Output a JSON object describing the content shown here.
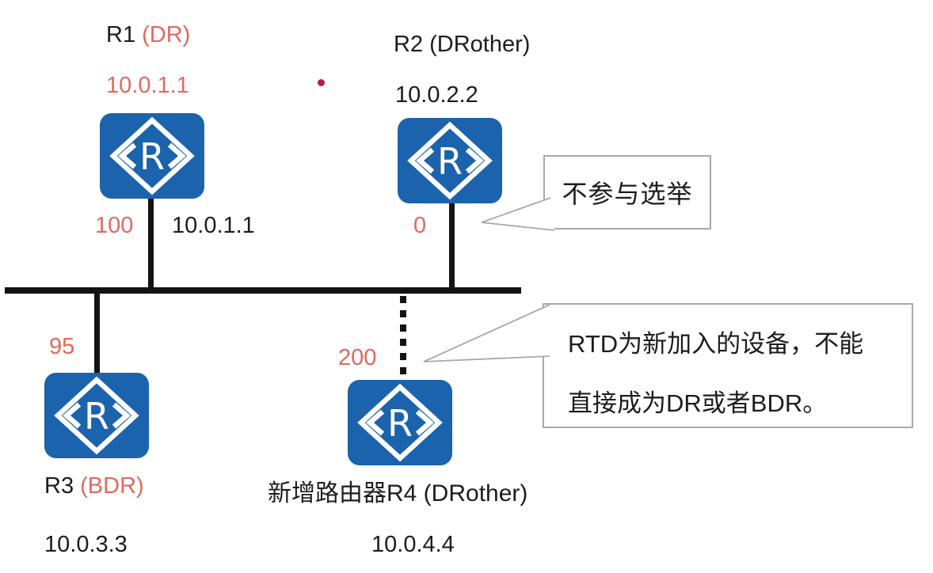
{
  "colors": {
    "router_blue": "#1b63ac",
    "accent_red": "#e06a5e",
    "line_black": "#131313",
    "text_black": "#1c1c1c",
    "callout_border": "#a9a9a9",
    "dot_red": "#b22045"
  },
  "icons": {
    "router_letter": "R"
  },
  "routers": {
    "r1": {
      "label": "R1",
      "role": "(DR)",
      "ip": "10.0.1.1",
      "priority": "100"
    },
    "r2": {
      "label": "R2 (DRother)",
      "ip": "10.0.2.2",
      "priority": "0"
    },
    "r3": {
      "label": "R3",
      "role": "(BDR)",
      "ip": "10.0.3.3",
      "priority": "95"
    },
    "r4": {
      "label": "新增路由器R4 (DRother)",
      "ip": "10.0.4.4",
      "priority": "200"
    }
  },
  "bus": {
    "segment_ip": "10.0.1.1"
  },
  "callouts": {
    "no_election": {
      "text": "不参与选举"
    },
    "new_device": {
      "line1": "RTD为新加入的设备，不能",
      "line2": "直接成为DR或者BDR。"
    }
  }
}
